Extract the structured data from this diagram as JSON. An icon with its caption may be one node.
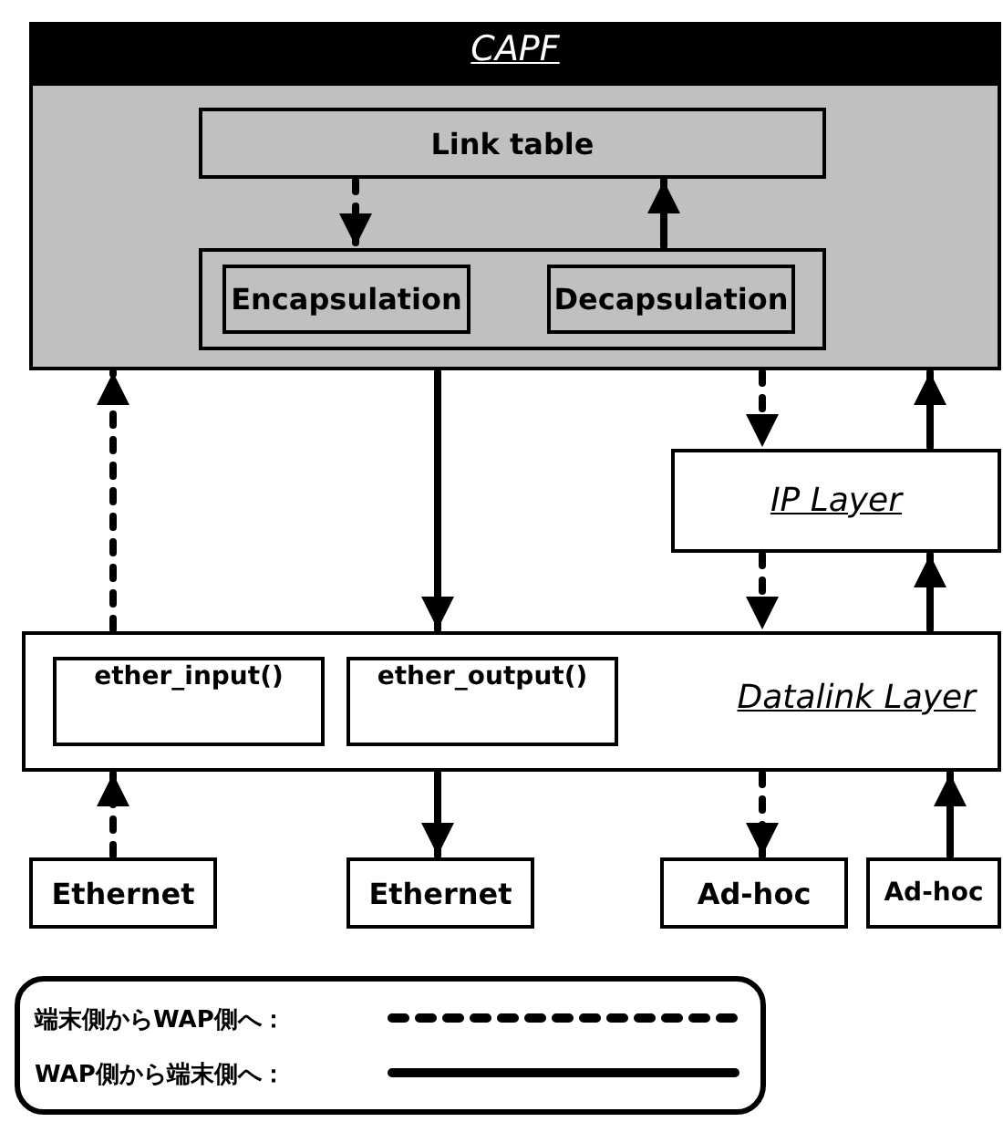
{
  "diagram": {
    "nodes": [
      {
        "text": [
          "CAPF"
        ]
      },
      {
        "text": [
          "Link table"
        ],
        "in": 0
      },
      {
        "text": [],
        "shape": "box",
        "in": 0
      },
      {
        "text": [
          "Encapsulation"
        ],
        "in": 2
      },
      {
        "text": [
          "Decapsulation"
        ],
        "in": 2
      },
      {
        "text": [
          "IP Layer"
        ]
      },
      {
        "text": [
          "Datalink Layer"
        ]
      },
      {
        "text": [
          "ether_input()"
        ],
        "in": 6
      },
      {
        "text": [
          "ether_output()"
        ],
        "in": 6
      },
      {
        "text": [
          "Ethernet"
        ]
      },
      {
        "text": [
          "Ethernet"
        ]
      },
      {
        "text": [
          "Ad-hoc"
        ]
      },
      {
        "text": [
          "Ad-hoc"
        ]
      }
    ],
    "edges": [
      {
        "from": 1,
        "to": 2,
        "arrow": "to",
        "style": "dashed"
      },
      {
        "from": 2,
        "to": 1,
        "arrow": "to"
      },
      {
        "from": 6,
        "to": 0,
        "arrow": "to",
        "style": "dashed"
      },
      {
        "from": 0,
        "to": 6,
        "arrow": "to"
      },
      {
        "from": 0,
        "to": 5,
        "arrow": "to",
        "style": "dashed"
      },
      {
        "from": 5,
        "to": 0,
        "arrow": "to"
      },
      {
        "from": 5,
        "to": 6,
        "arrow": "to",
        "style": "dashed"
      },
      {
        "from": 6,
        "to": 5,
        "arrow": "to"
      },
      {
        "from": 9,
        "to": 6,
        "arrow": "to",
        "style": "dashed"
      },
      {
        "from": 6,
        "to": 10,
        "arrow": "to"
      },
      {
        "from": 6,
        "to": 11,
        "arrow": "to",
        "style": "dashed"
      },
      {
        "from": 12,
        "to": 6,
        "arrow": "to"
      }
    ],
    "legend": [
      {
        "text": "端末側からWAP側へ："
      },
      {
        "text": "WAP側から端末側へ："
      }
    ]
  }
}
